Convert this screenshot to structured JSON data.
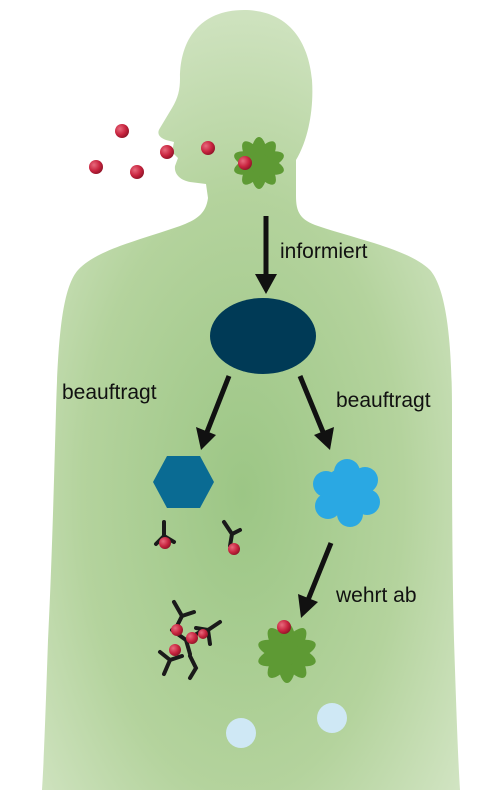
{
  "labels": {
    "informs": "informiert",
    "assigns_left": "beauftragt",
    "assigns_right": "beauftragt",
    "fends_off": "wehrt ab"
  },
  "colors": {
    "body_light": "#dde9d0",
    "body_mid": "#b4d39d",
    "body_dark": "#9cc685",
    "antigen_red": "#c8243f",
    "pathogen_green": "#5e9a34",
    "central_cell": "#003a56",
    "hex_cell": "#0a6b93",
    "blob_cell": "#2aa8e3",
    "remnant": "#cfe8f5",
    "antibody": "#1a1a1a",
    "arrow": "#111111"
  },
  "icons": [
    "airborne-particles",
    "pathogen",
    "central-immune-cell",
    "b-cell",
    "t-cell",
    "antibody",
    "remnant-particle"
  ]
}
